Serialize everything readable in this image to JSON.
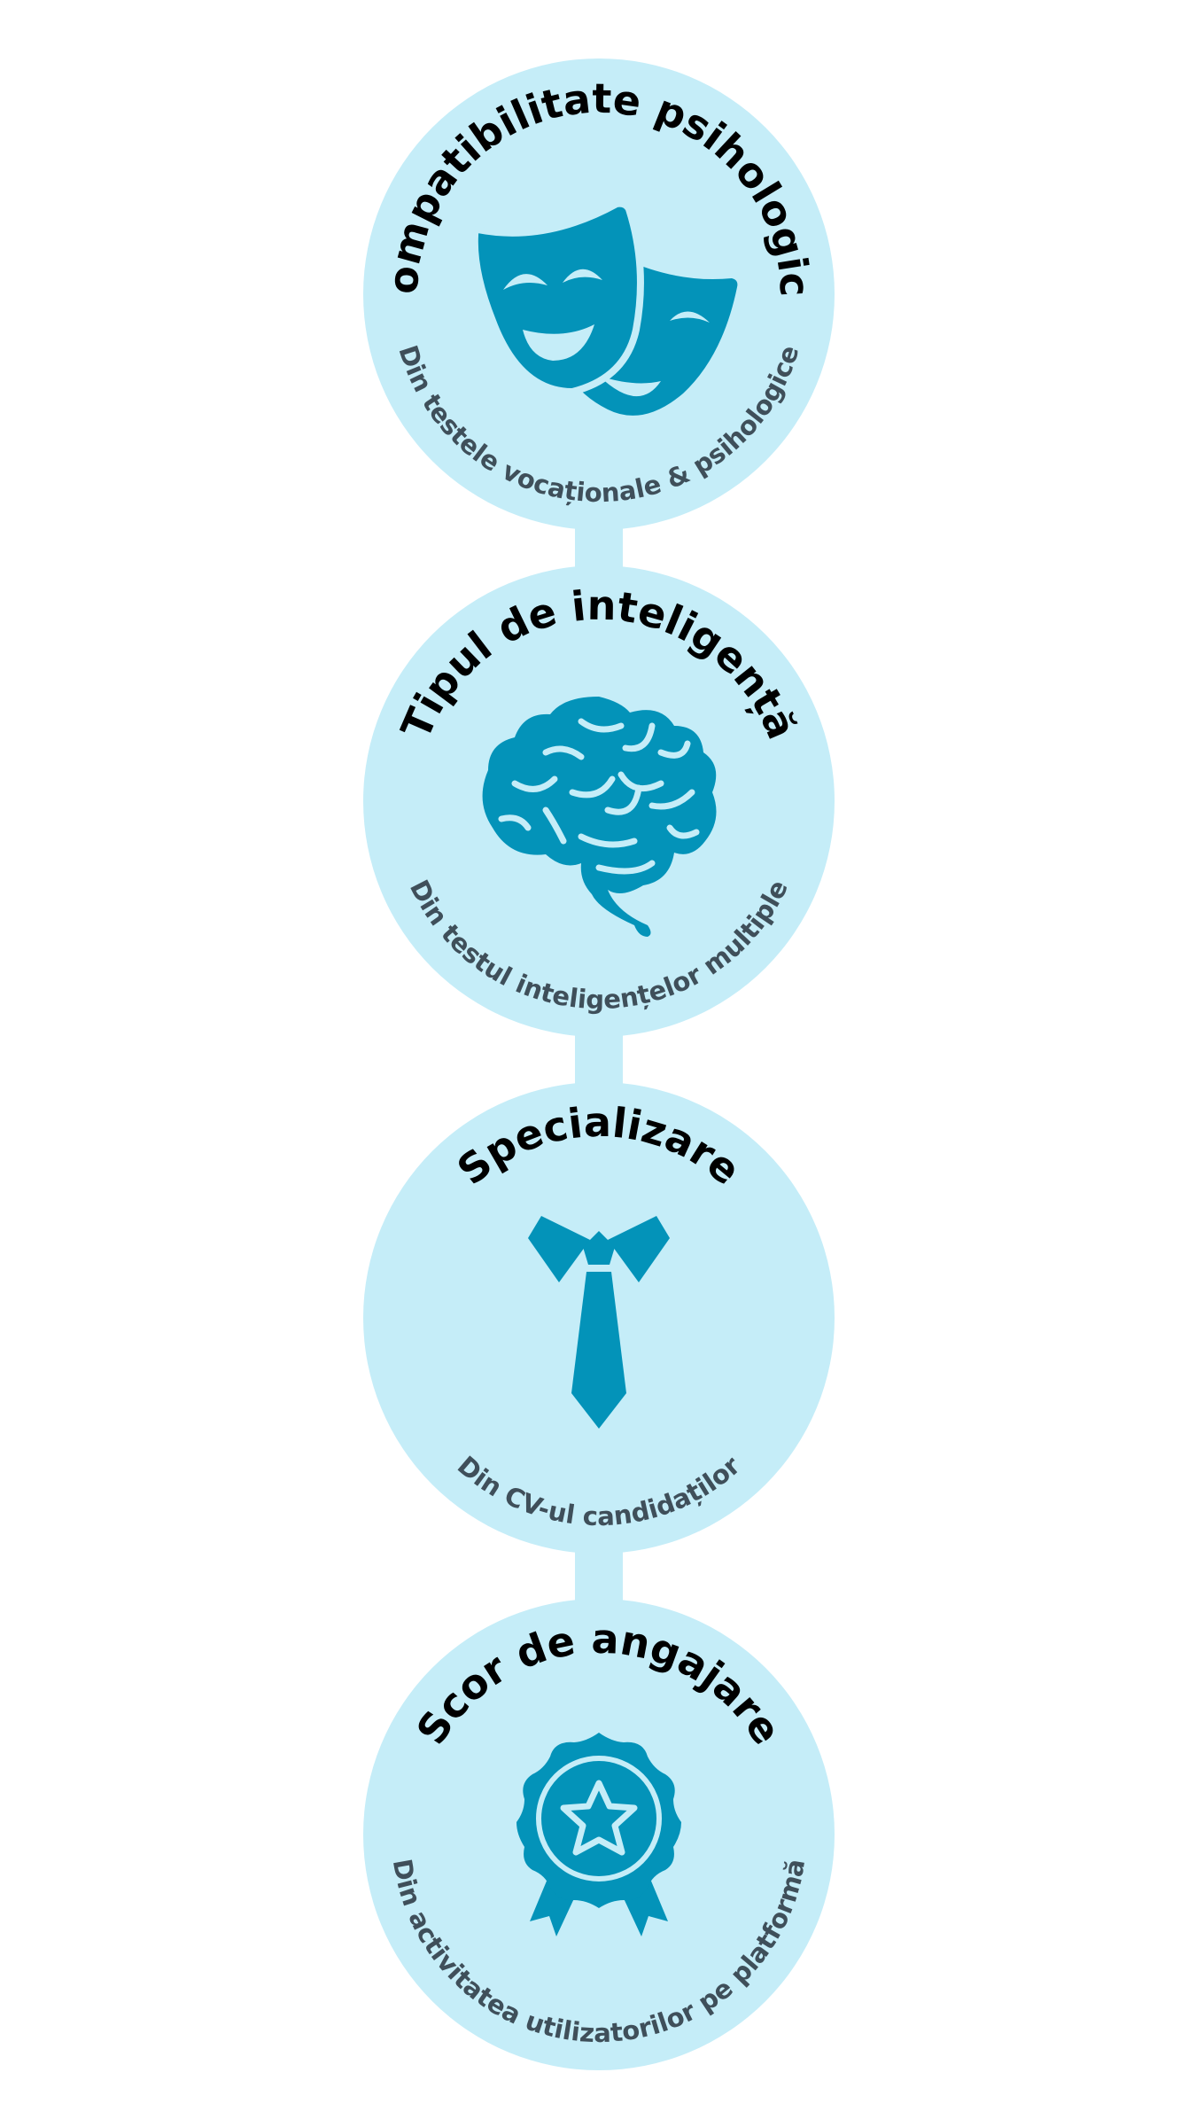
{
  "colors": {
    "circle": "#c5edf8",
    "icon": "#0393b9",
    "title": "#000000",
    "subtitle": "#3f4f5a",
    "background": "#ffffff"
  },
  "items": [
    {
      "title": "Compatibilitate psihologică",
      "subtitle": "Din testele vocaționale & psihologice",
      "icon": "theater-masks-icon"
    },
    {
      "title": "Tipul de inteligență",
      "subtitle": "Din testul inteligențelor multiple",
      "icon": "brain-icon"
    },
    {
      "title": "Specializare",
      "subtitle": "Din CV-ul candidaților",
      "icon": "necktie-icon"
    },
    {
      "title": "Scor de angajare",
      "subtitle": "Din activitatea utilizatorilor pe platformă",
      "icon": "award-badge-icon"
    }
  ]
}
